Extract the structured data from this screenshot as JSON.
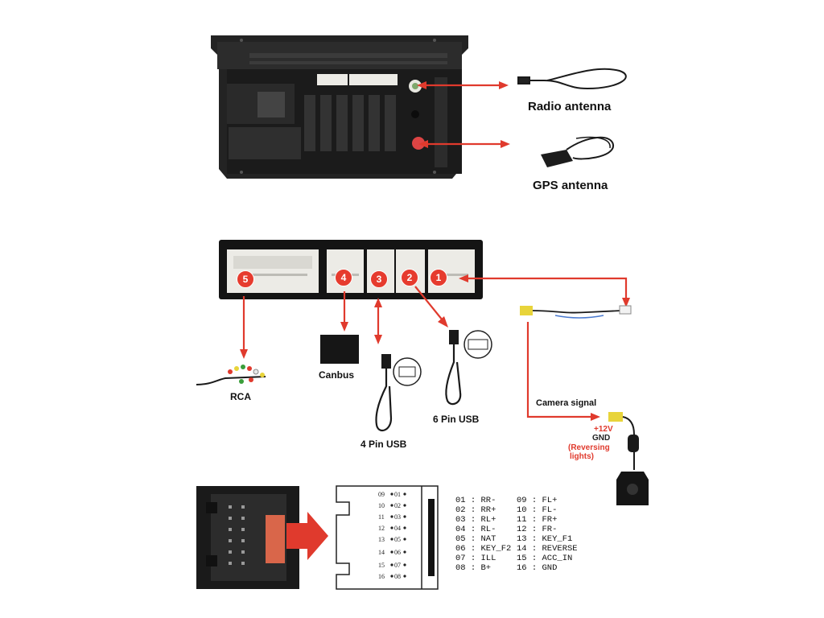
{
  "top_section": {
    "radio_label": "Radio antenna",
    "gps_label": "GPS antenna"
  },
  "middle_section": {
    "badges": [
      "1",
      "2",
      "3",
      "4",
      "5"
    ],
    "rca_label": "RCA",
    "canbus_label": "Canbus",
    "usb4_label": "4 Pin USB",
    "usb6_label": "6 Pin USB",
    "camera_signal_label": "Camera signal",
    "plus12v_label": "+12V",
    "gnd_label": "GND",
    "reversing_label_1": "(Reversing",
    "reversing_label_2": "lights)"
  },
  "bottom_section": {
    "connector_pins": [
      [
        "09",
        "01"
      ],
      [
        "10",
        "02"
      ],
      [
        "11",
        "03"
      ],
      [
        "12",
        "04"
      ],
      [
        "13",
        "05"
      ],
      [
        "14",
        "06"
      ],
      [
        "15",
        "07"
      ],
      [
        "16",
        "08"
      ]
    ],
    "pin_left": [
      "01 : RR-",
      "02 : RR+",
      "03 : RL+",
      "04 : RL-",
      "05 : NAT",
      "06 : KEY_F2",
      "07 : ILL",
      "08 : B+"
    ],
    "pin_right": [
      "09 : FL+",
      "10 : FL-",
      "11 : FR+",
      "12 : FR-",
      "13 : KEY_F1",
      "14 : REVERSE",
      "15 : ACC_IN",
      "16 : GND"
    ]
  },
  "colors": {
    "arrow_red": "#e03a2d",
    "device_dark": "#1e1e1e",
    "connector_white": "#ecebe6"
  }
}
